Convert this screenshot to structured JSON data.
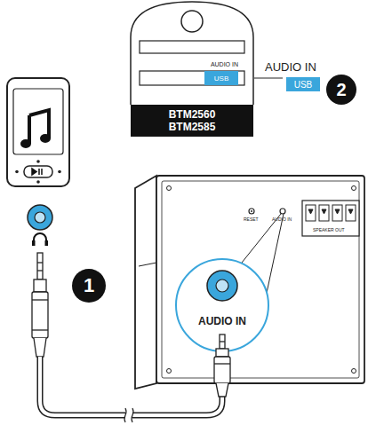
{
  "diagram": {
    "nodes": [
      {
        "text": [
          "AUDIO IN"
        ]
      },
      {
        "text": [
          "USB"
        ],
        "in": 0
      },
      {
        "text": [
          "BTM2560 BTM2585"
        ]
      },
      {
        "text": [
          "USB"
        ]
      },
      {
        "text": [
          "2"
        ]
      },
      {
        "text": [
          "1"
        ]
      },
      {
        "text": [
          "AUDIO IN"
        ]
      }
    ],
    "labels": [
      "AUDIO IN",
      "RESET",
      "AUDIO IN",
      "SPEAKER OUT"
    ]
  }
}
